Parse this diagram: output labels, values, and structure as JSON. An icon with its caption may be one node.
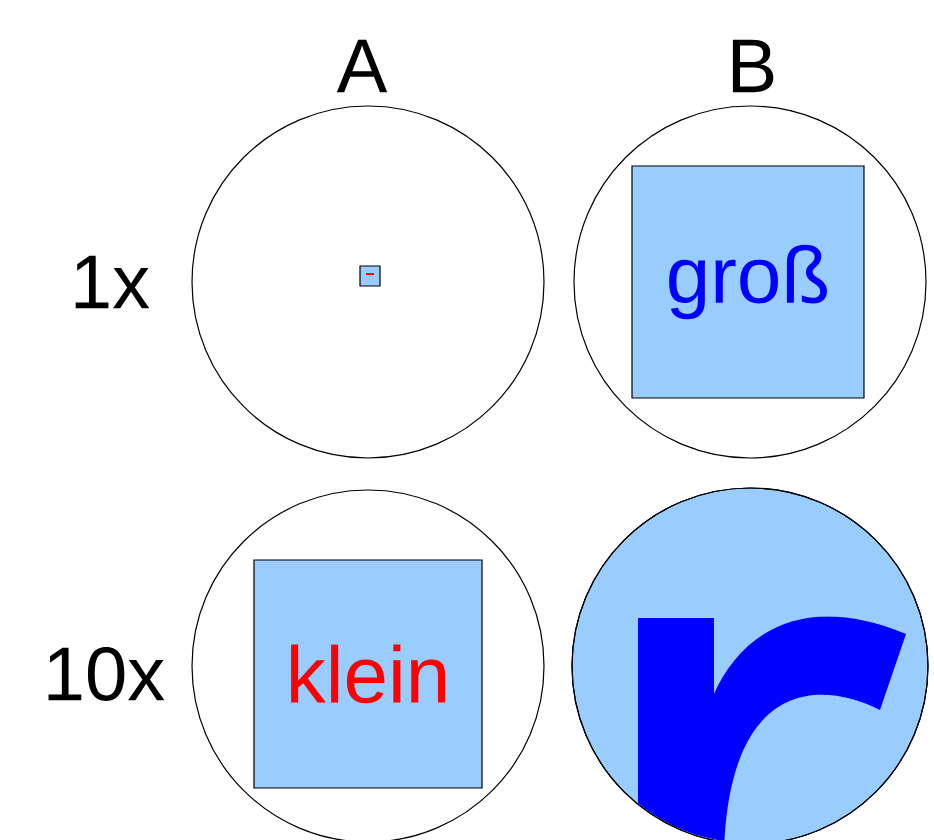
{
  "diagram": {
    "nodes": [
      {
        "text": [],
        "shape": "circle"
      },
      {
        "text": [],
        "shape": "box",
        "in": 0
      },
      {
        "text": [],
        "shape": "circle"
      },
      {
        "text": [
          "groß"
        ],
        "in": 2
      },
      {
        "text": [],
        "shape": "circle"
      },
      {
        "text": [
          "klein"
        ],
        "in": 4
      },
      {
        "text": [],
        "shape": "circle"
      }
    ],
    "labels": [
      "A",
      "B",
      "1x",
      "10x"
    ]
  }
}
